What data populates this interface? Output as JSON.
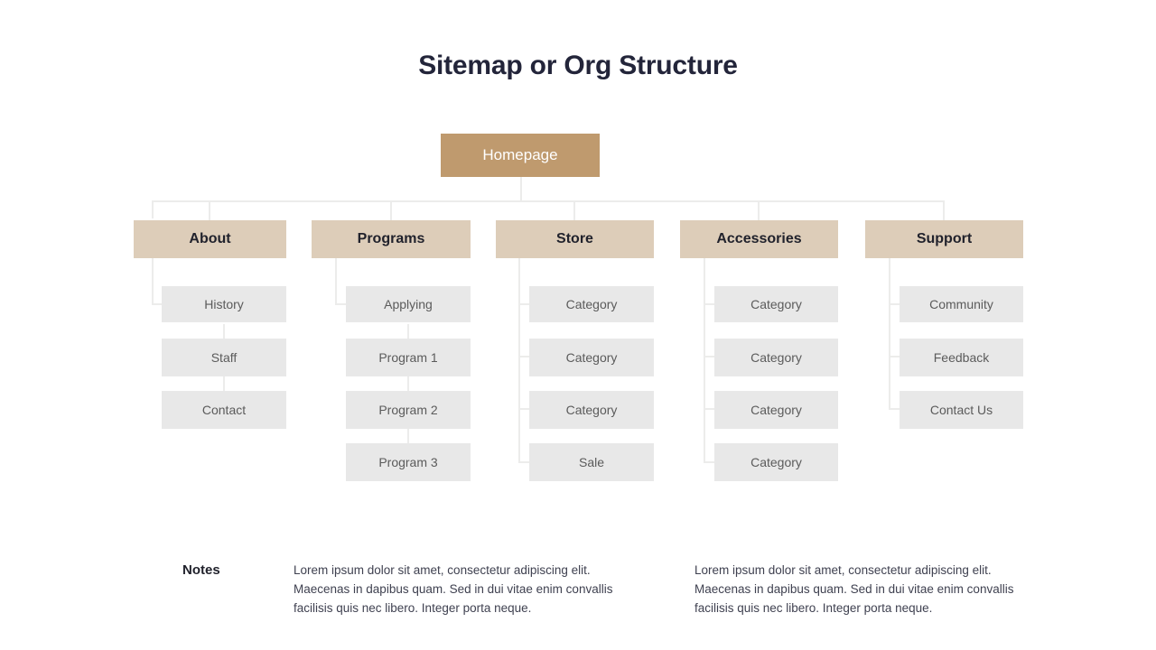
{
  "title": "Sitemap or Org Structure",
  "colors": {
    "root_fill": "#bf9a6e",
    "level2_fill": "#ddcdb9",
    "level3_fill": "#e8e8e8",
    "connector": "#ececeb",
    "title_text": "#23253a",
    "level3_text": "#5b5b5b"
  },
  "tree": {
    "root": {
      "label": "Homepage"
    },
    "branches": [
      {
        "label": "About",
        "connector_style": "stacked",
        "children": [
          {
            "label": "History"
          },
          {
            "label": "Staff"
          },
          {
            "label": "Contact"
          }
        ]
      },
      {
        "label": "Programs",
        "connector_style": "stacked",
        "children": [
          {
            "label": "Applying"
          },
          {
            "label": "Program 1"
          },
          {
            "label": "Program 2"
          },
          {
            "label": "Program 3"
          }
        ]
      },
      {
        "label": "Store",
        "connector_style": "bracket",
        "children": [
          {
            "label": "Category"
          },
          {
            "label": "Category"
          },
          {
            "label": "Category"
          },
          {
            "label": "Sale"
          }
        ]
      },
      {
        "label": "Accessories",
        "connector_style": "bracket",
        "children": [
          {
            "label": "Category"
          },
          {
            "label": "Category"
          },
          {
            "label": "Category"
          },
          {
            "label": "Category"
          }
        ]
      },
      {
        "label": "Support",
        "connector_style": "bracket",
        "children": [
          {
            "label": "Community"
          },
          {
            "label": "Feedback"
          },
          {
            "label": "Contact Us"
          }
        ]
      }
    ]
  },
  "notes": {
    "label": "Notes",
    "column_1": "Lorem ipsum dolor sit amet, consectetur adipiscing elit. Maecenas in dapibus quam. Sed in dui vitae enim convallis facilisis quis nec libero. Integer porta neque.",
    "column_2": "Lorem ipsum dolor sit amet, consectetur adipiscing elit. Maecenas in dapibus quam. Sed in dui vitae enim convallis facilisis quis nec libero. Integer porta neque."
  }
}
